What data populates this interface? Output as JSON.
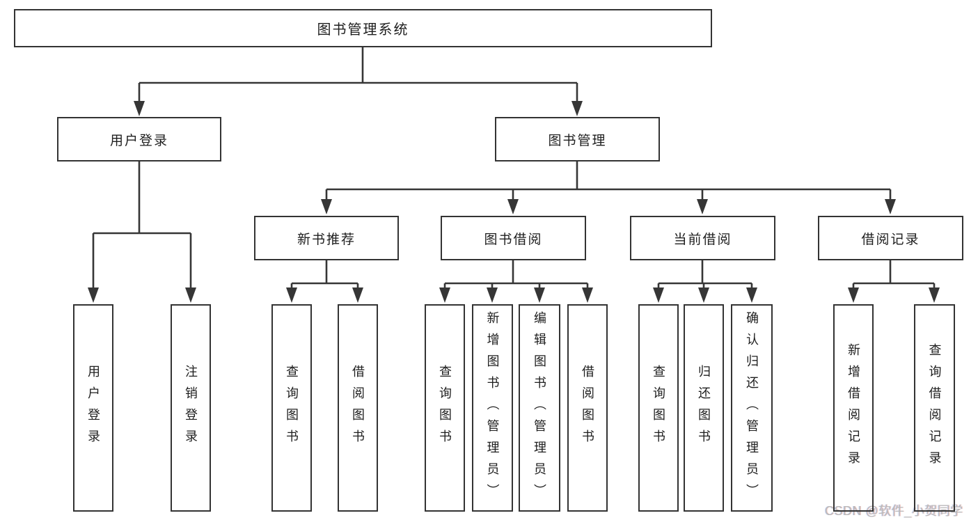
{
  "tree": {
    "root": {
      "label": "图书管理系统"
    },
    "branches": [
      {
        "label": "用户登录",
        "children": [
          {
            "label": "用户登录"
          },
          {
            "label": "注销登录"
          }
        ]
      },
      {
        "label": "图书管理",
        "groups": [
          {
            "label": "新书推荐",
            "children": [
              {
                "label": "查询图书"
              },
              {
                "label": "借阅图书"
              }
            ]
          },
          {
            "label": "图书借阅",
            "children": [
              {
                "label": "查询图书"
              },
              {
                "label": "新增图书（管理员）"
              },
              {
                "label": "编辑图书（管理员）"
              },
              {
                "label": "借阅图书"
              }
            ]
          },
          {
            "label": "当前借阅",
            "children": [
              {
                "label": "查询图书"
              },
              {
                "label": "归还图书"
              },
              {
                "label": "确认归还（管理员）"
              }
            ]
          },
          {
            "label": "借阅记录",
            "children": [
              {
                "label": "新增借阅记录"
              },
              {
                "label": "查询借阅记录"
              }
            ]
          }
        ]
      }
    ]
  },
  "watermark": {
    "text": "CSDN @软件_小贺同学"
  },
  "colors": {
    "line": "#363636",
    "box_border": "#333333",
    "text": "#1e1e1e",
    "watermark": "#bababa",
    "background": "#ffffff"
  }
}
